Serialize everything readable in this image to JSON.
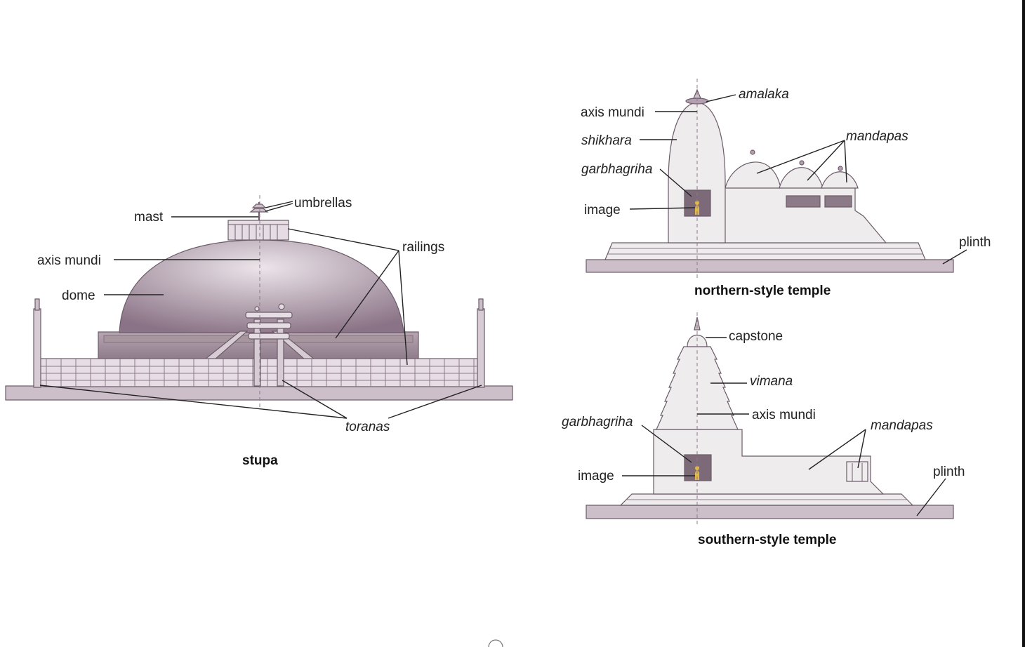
{
  "colors": {
    "dome_dark": "#8a7386",
    "dome_light": "#e9e1e7",
    "structure": "#cdbfc9",
    "temple_fill": "#efecee",
    "outline": "#6b5b68",
    "image_gold": "#e0b84a",
    "sanctum": "#7d6a78"
  },
  "stupa": {
    "caption": "stupa",
    "labels": {
      "umbrellas": "umbrellas",
      "mast": "mast",
      "railings": "railings",
      "axis_mundi": "axis mundi",
      "dome": "dome",
      "toranas": "toranas"
    }
  },
  "northern": {
    "caption": "northern-style temple",
    "labels": {
      "amalaka": "amalaka",
      "axis_mundi": "axis mundi",
      "shikhara": "shikhara",
      "mandapas": "mandapas",
      "garbhagriha": "garbhagriha",
      "image": "image",
      "plinth": "plinth"
    }
  },
  "southern": {
    "caption": "southern-style temple",
    "labels": {
      "capstone": "capstone",
      "vimana": "vimana",
      "axis_mundi": "axis mundi",
      "garbhagriha": "garbhagriha",
      "mandapas": "mandapas",
      "image": "image",
      "plinth": "plinth"
    }
  }
}
